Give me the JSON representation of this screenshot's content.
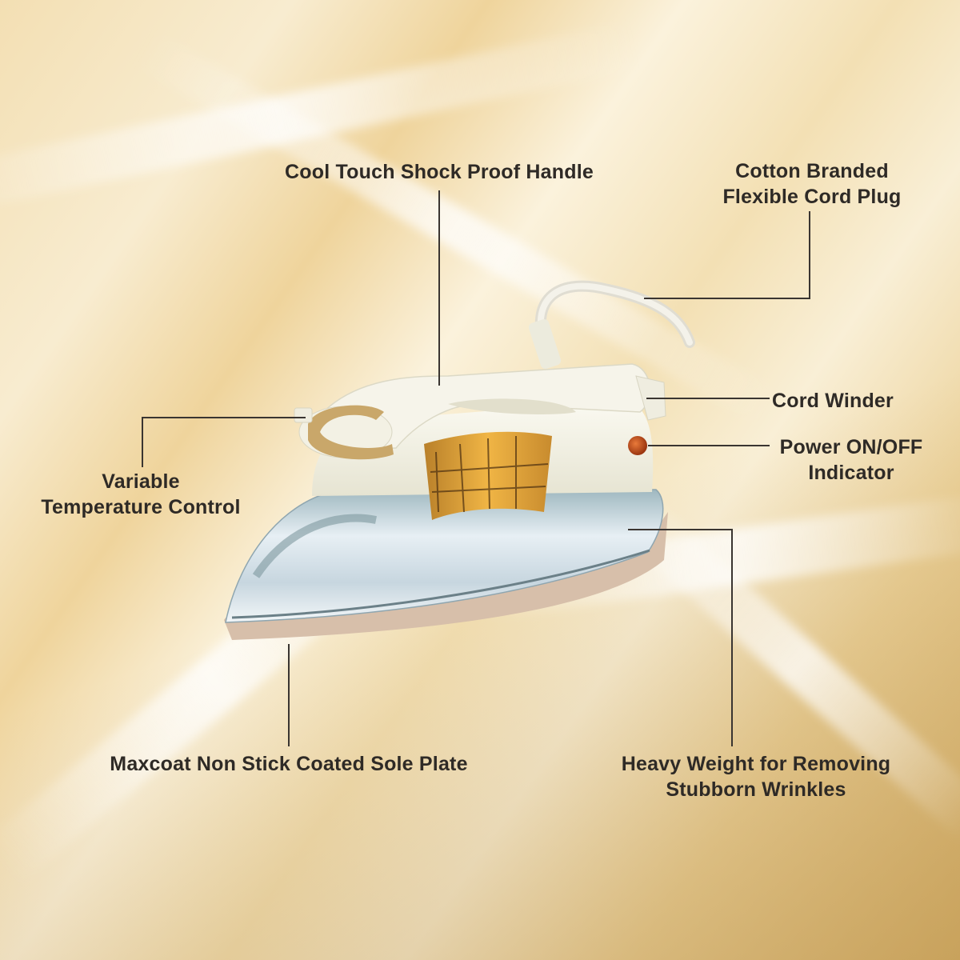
{
  "colors": {
    "background_light": "#f9efd6",
    "background_gold": "#e6c888",
    "background_dark_corner": "#c49a52",
    "label_text": "#2e2a26",
    "leader_line": "#3a3531",
    "iron_body": "#f3f1e4",
    "iron_chrome": "#c9d8e0",
    "sole_plate": "#dcc4b0",
    "indicator": "#b84a18",
    "dial_band": "#c9a76a"
  },
  "product": {
    "name": "dry-iron"
  },
  "callouts": [
    {
      "id": "handle",
      "lines": [
        "Cool Touch Shock Proof Handle"
      ]
    },
    {
      "id": "cord-plug",
      "lines": [
        "Cotton Branded",
        "Flexible Cord Plug"
      ]
    },
    {
      "id": "cord-winder",
      "lines": [
        "Cord Winder"
      ]
    },
    {
      "id": "power-indicator",
      "lines": [
        "Power ON/OFF",
        "Indicator"
      ]
    },
    {
      "id": "temperature-control",
      "lines": [
        "Variable",
        "Temperature Control"
      ]
    },
    {
      "id": "sole-plate",
      "lines": [
        "Maxcoat Non Stick Coated Sole Plate"
      ]
    },
    {
      "id": "heavy-weight",
      "lines": [
        "Heavy Weight for Removing",
        "Stubborn Wrinkles"
      ]
    }
  ]
}
